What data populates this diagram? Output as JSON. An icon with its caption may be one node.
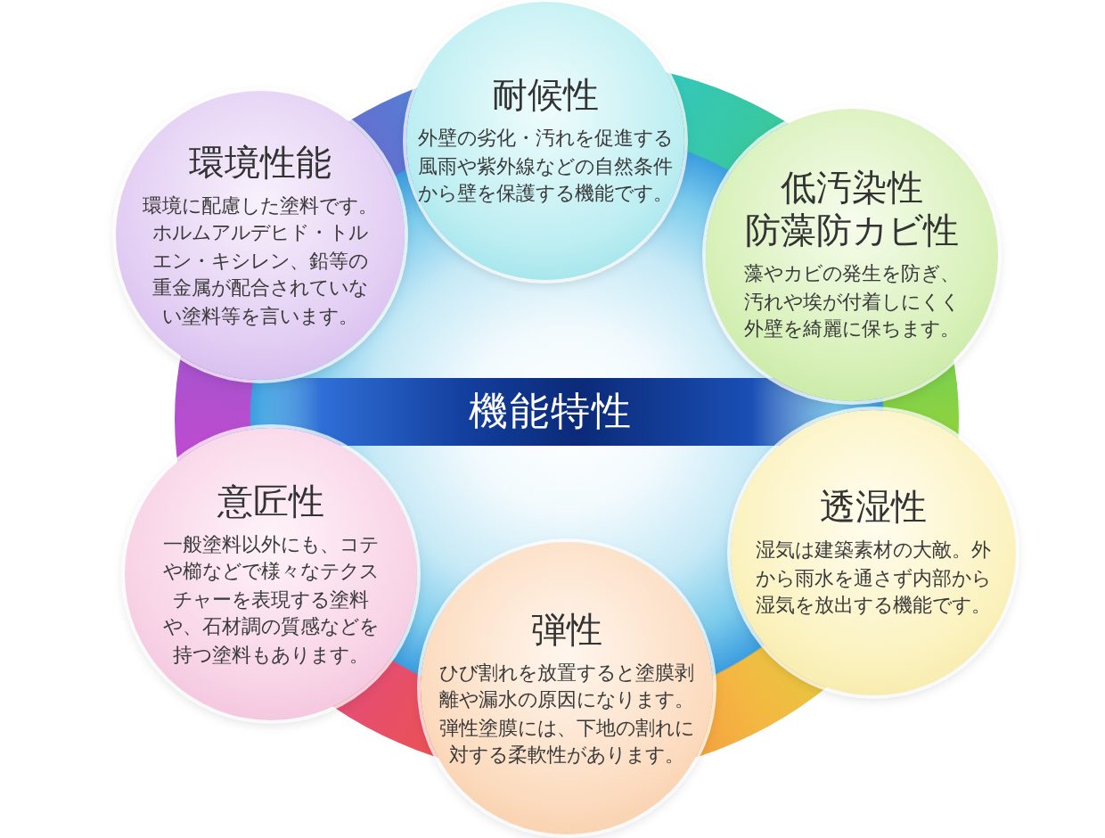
{
  "diagram": {
    "nodes": [
      {
        "text": [
          "耐候性",
          "外壁の劣化・汚れを促進する風雨や紫外線などの自然条件から壁を保護する機能です。"
        ]
      },
      {
        "text": [
          "環境性能",
          "環境に配慮した塗料です。ホルムアルデヒド・トルエン・キシレン、鉛等の重金属が配合されていない塗料等を言います。"
        ]
      },
      {
        "text": [
          "低汚染性",
          "防藻防カビ性",
          "藻やカビの発生を防ぎ、汚れや埃が付着しにくく外壁を綺麗に保ちます。"
        ]
      },
      {
        "text": [
          "機能特性"
        ]
      },
      {
        "text": [
          "意匠性",
          "一般塗料以外にも、コテや櫛などで様々なテクスチャーを表現する塗料や、石材調の質感などを持つ塗料もあります。"
        ]
      },
      {
        "text": [
          "透湿性",
          "湿気は建築素材の大敵。外から雨水を通さず内部から湿気を放出する機能です。"
        ]
      },
      {
        "text": [
          "弾性",
          "ひび割れを放置すると塗膜剥離や漏水の原因になります。弾性塗膜には、下地の割れに対する柔軟性があります。"
        ]
      }
    ]
  }
}
